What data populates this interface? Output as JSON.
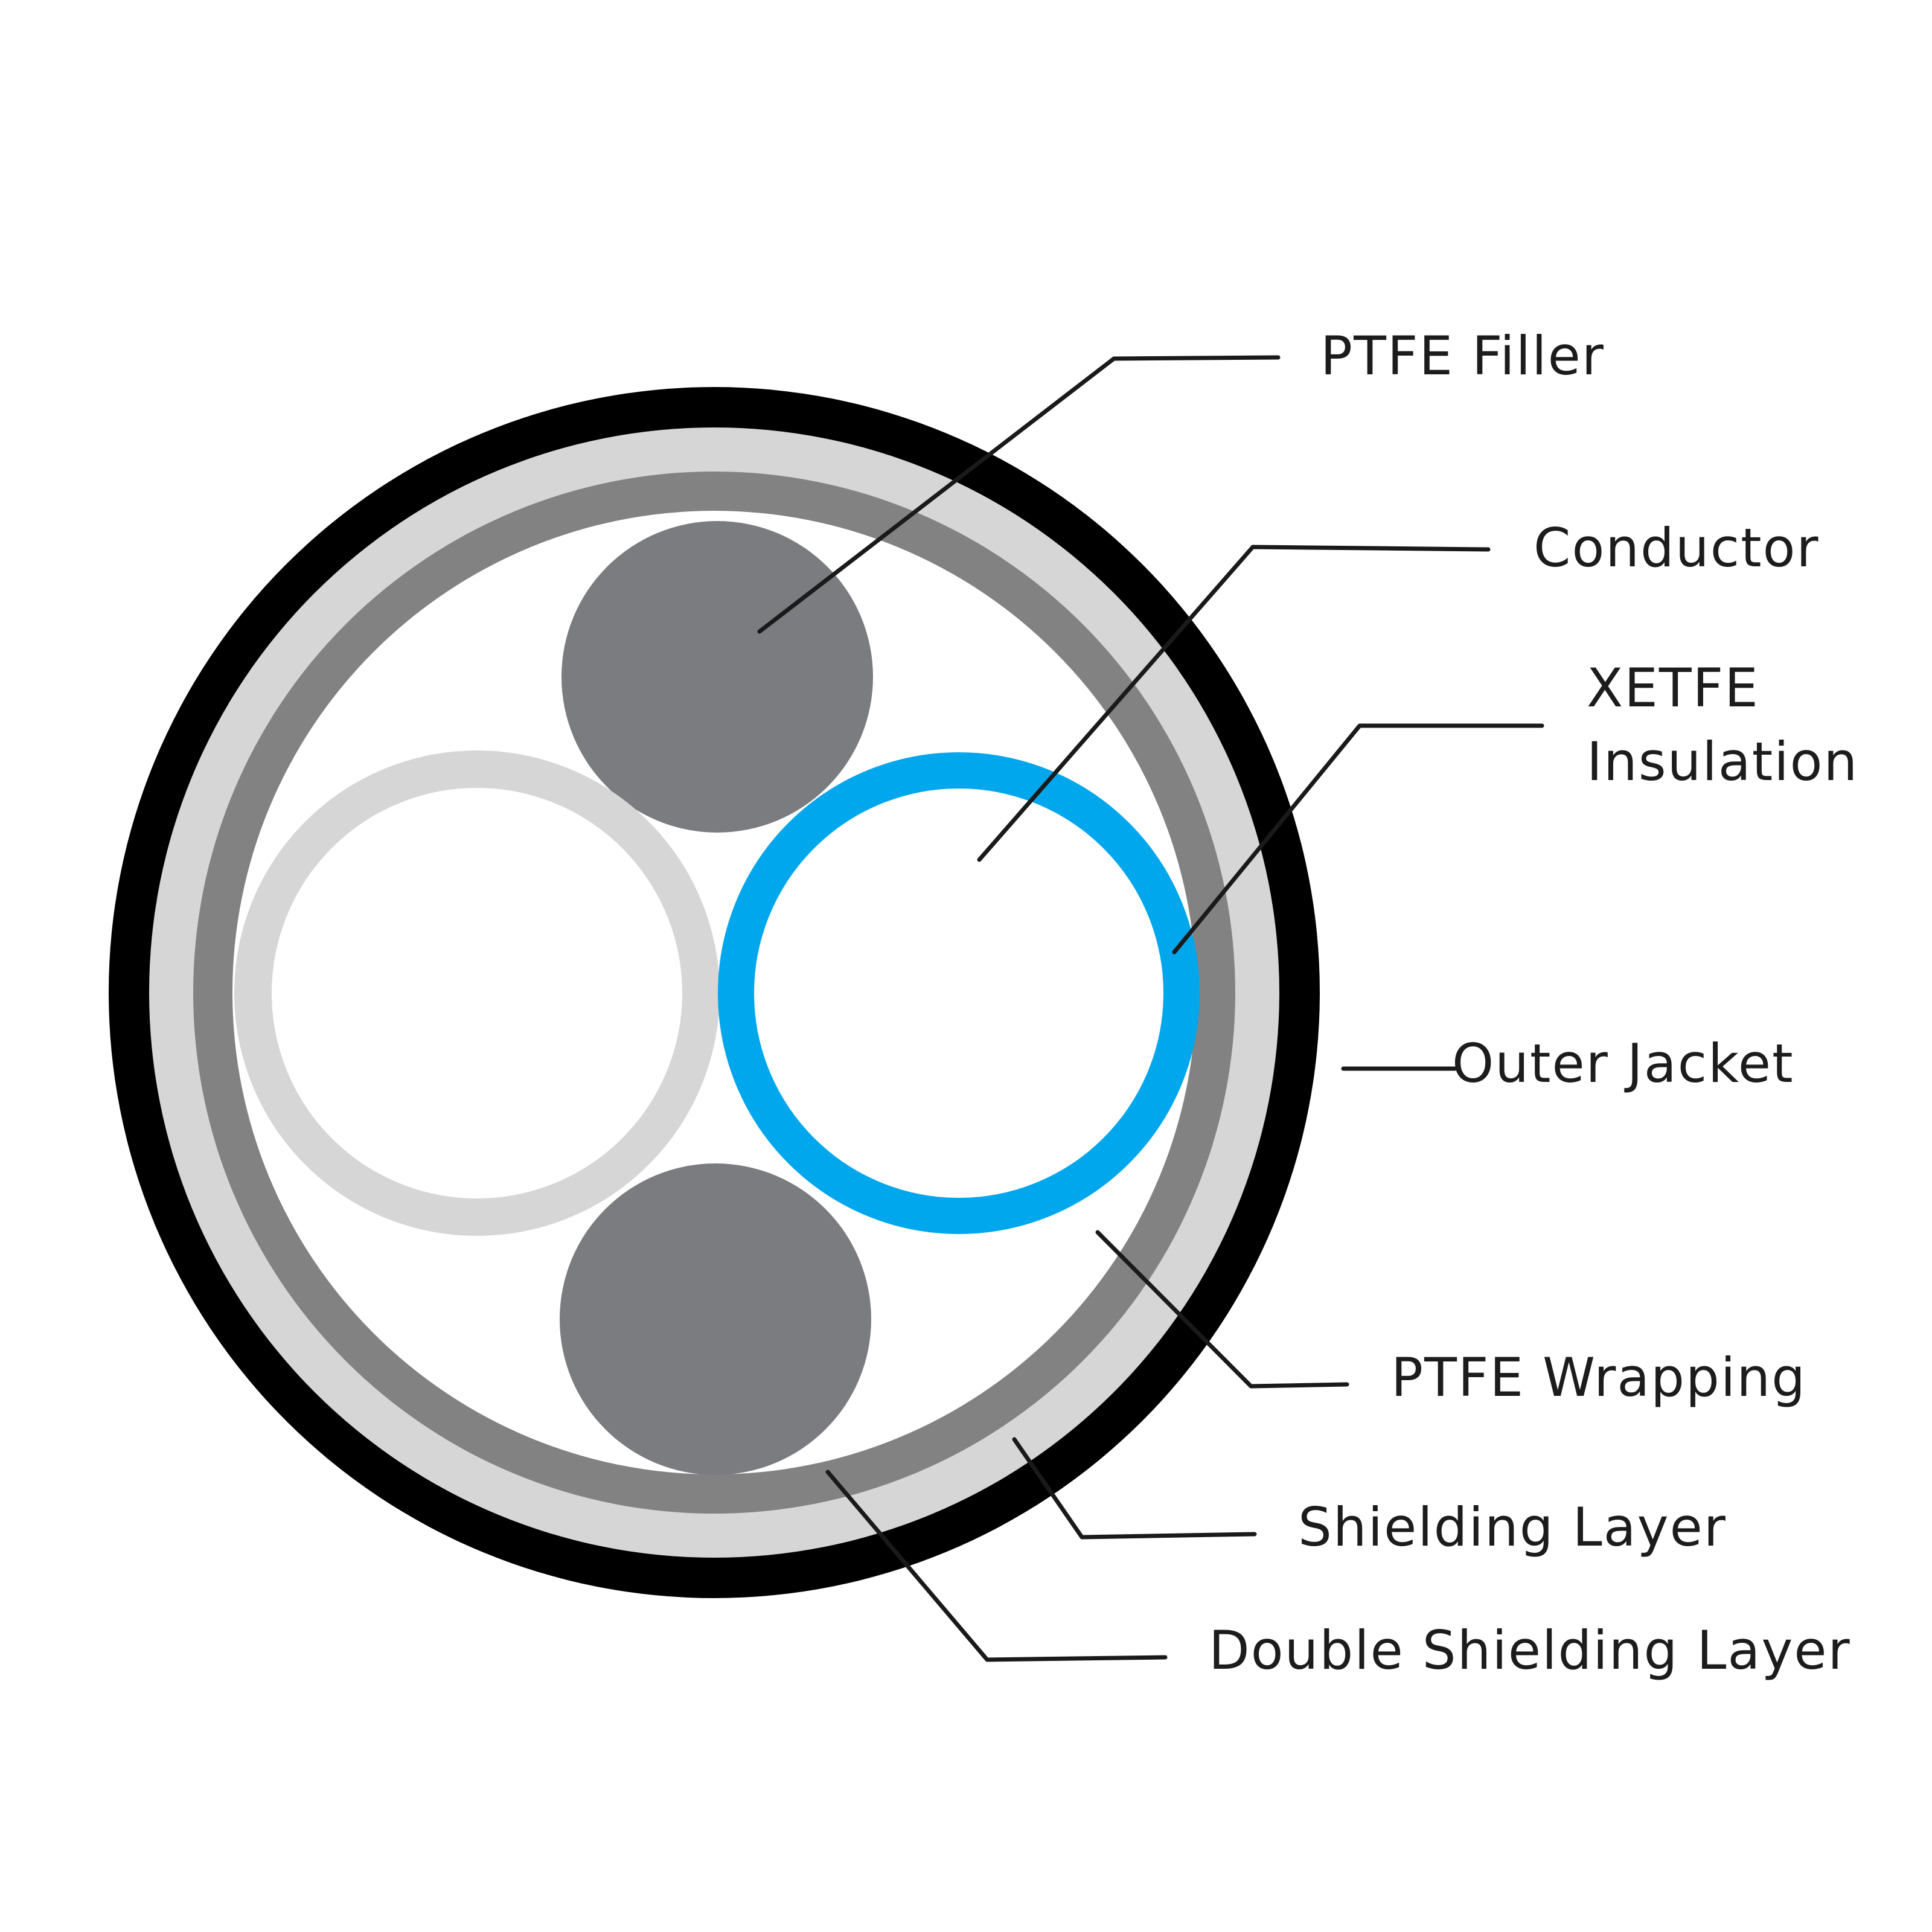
{
  "labels": {
    "ptfe_filler": "PTFE Filler",
    "conductor": "Conductor",
    "xetfe_insulation_line1": "XETFE",
    "xetfe_insulation_line2": "Insulation",
    "outer_jacket": "Outer Jacket",
    "ptfe_wrapping": "PTFE Wrapping",
    "shielding_layer": "Shielding Layer",
    "double_shielding_layer": "Double Shielding Layer"
  },
  "colors": {
    "outer_jacket": "#000000",
    "double_shielding_layer": "#d6d6d6",
    "shielding_layer": "#828282",
    "conductor_fill": "#7b7c80",
    "ptfe_filler_ring": "#d6d6d6",
    "xetfe_insulation_ring": "#00a7ec",
    "leader_lines": "#1a1a1a",
    "label_text": "#1c1c1c",
    "background": "#ffffff"
  }
}
